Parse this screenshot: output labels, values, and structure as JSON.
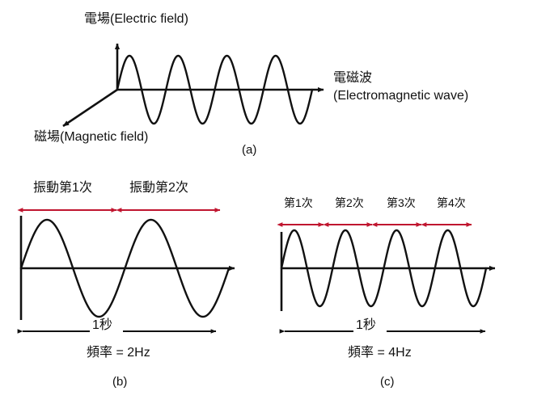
{
  "figure": {
    "title": "Electromagnetic wave and frequency illustration",
    "background_color": "#ffffff",
    "line_color": "#111111",
    "accent_color": "#c0152f"
  },
  "panel_a": {
    "caption": "(a)",
    "electric_field_label": "電場(Electric field)",
    "magnetic_field_label": "磁場(Magnetic field)",
    "em_wave_label_line1": "電磁波",
    "em_wave_label_line2": "(Electromagnetic wave)",
    "wave_cycles": 4
  },
  "panel_b": {
    "caption": "(b)",
    "oscillation_labels": [
      "振動第1次",
      "振動第2次"
    ],
    "duration_label": "1秒",
    "frequency_label": "頻率 = 2Hz",
    "wave_cycles": 2
  },
  "panel_c": {
    "caption": "(c)",
    "oscillation_labels": [
      "第1次",
      "第2次",
      "第3次",
      "第4次"
    ],
    "duration_label": "1秒",
    "frequency_label": "頻率 = 4Hz",
    "wave_cycles": 4
  },
  "chart_data": {
    "type": "line",
    "title": "Electromagnetic wave and frequency illustration",
    "charts": [
      {
        "id": "a",
        "caption": "(a)",
        "type": "line",
        "description": "3D axes: vertical = Electric field, depth = Magnetic field, horizontal = direction of electromagnetic wave propagation; sinusoid drawn along propagation axis",
        "xlabel": "電磁波 (Electromagnetic wave)",
        "ylabel": "電場(Electric field)",
        "zlabel": "磁場(Magnetic field)",
        "cycles": 4,
        "amplitude": 1.0,
        "grid": false,
        "legend": "none"
      },
      {
        "id": "b",
        "caption": "(b)",
        "type": "line",
        "description": "Sine wave completing 2 full oscillations in 1 second",
        "xlabel": "1秒",
        "ylabel": "",
        "cycles": 2,
        "amplitude": 1.0,
        "frequency_hz": 2,
        "frequency_text": "頻率 = 2Hz",
        "annotations": [
          "振動第1次",
          "振動第2次"
        ],
        "grid": false,
        "legend": "none"
      },
      {
        "id": "c",
        "caption": "(c)",
        "type": "line",
        "description": "Sine wave completing 4 full oscillations in 1 second",
        "xlabel": "1秒",
        "ylabel": "",
        "cycles": 4,
        "amplitude": 1.0,
        "frequency_hz": 4,
        "frequency_text": "頻率 = 4Hz",
        "annotations": [
          "第1次",
          "第2次",
          "第3次",
          "第4次"
        ],
        "grid": false,
        "legend": "none"
      }
    ]
  }
}
